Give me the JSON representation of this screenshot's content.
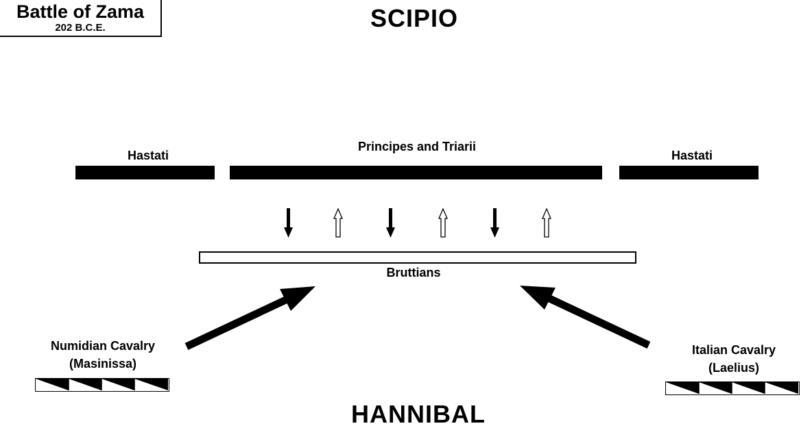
{
  "title": {
    "main": "Battle of Zama",
    "date": "202 B.C.E."
  },
  "sides": {
    "top": "SCIPIO",
    "bottom": "HANNIBAL"
  },
  "roman_units": {
    "hastati_left": "Hastati",
    "center": "Principes and Triarii",
    "hastati_right": "Hastati"
  },
  "carthaginian_units": {
    "bruttians": "Bruttians"
  },
  "cavalry": {
    "left": {
      "line1": "Numidian Cavalry",
      "line2": "(Masinissa)"
    },
    "right": {
      "line1": "Italian Cavalry",
      "line2": "(Laelius)"
    }
  },
  "colors": {
    "ink": "#000000",
    "paper": "#ffffff"
  }
}
